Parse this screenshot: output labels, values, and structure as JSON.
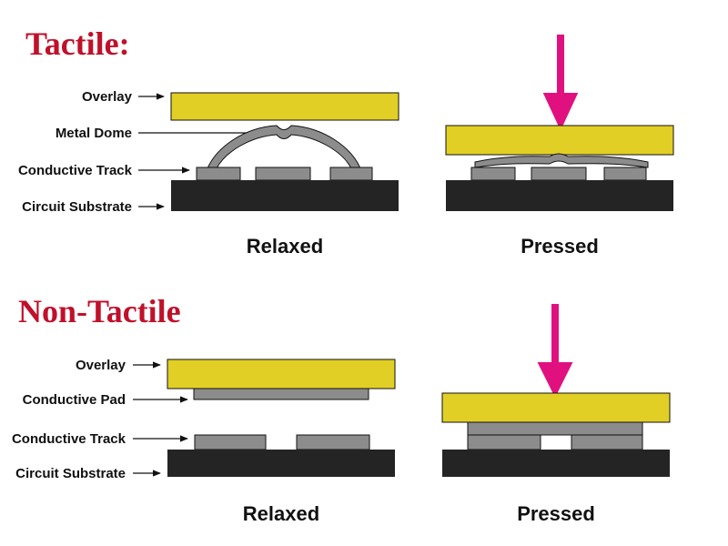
{
  "colors": {
    "heading": "#c0102a",
    "overlay": "#e2cf25",
    "conductive": "#8c8c8c",
    "substrate": "#242424",
    "arrow": "#e0117f",
    "text": "#111111"
  },
  "tactile": {
    "title": "Tactile:",
    "labels": {
      "overlay": "Overlay",
      "metal_dome": "Metal Dome",
      "conductive_track": "Conductive Track",
      "circuit_substrate": "Circuit Substrate"
    },
    "relaxed_caption": "Relaxed",
    "pressed_caption": "Pressed"
  },
  "non_tactile": {
    "title": "Non-Tactile",
    "labels": {
      "overlay": "Overlay",
      "conductive_pad": "Conductive Pad",
      "conductive_track": "Conductive Track",
      "circuit_substrate": "Circuit Substrate"
    },
    "relaxed_caption": "Relaxed",
    "pressed_caption": "Pressed"
  }
}
